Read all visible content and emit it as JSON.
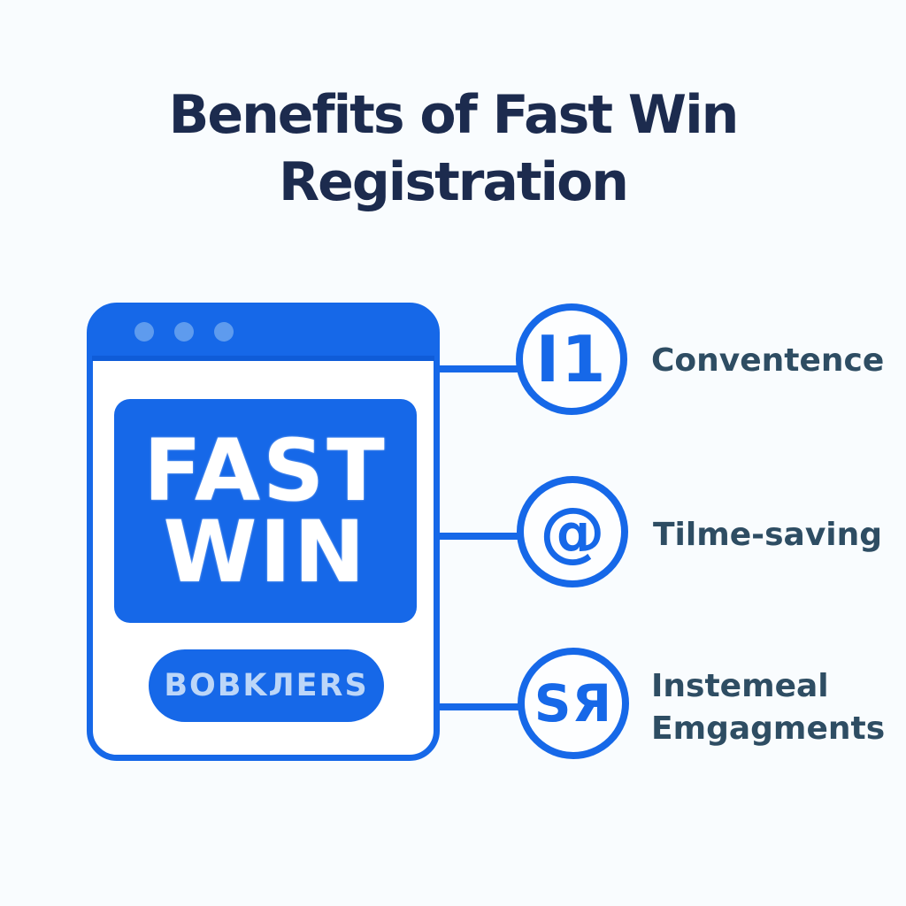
{
  "title": {
    "line1": "Benefits of Fast Win",
    "line2": "Registration"
  },
  "browser_mockup": {
    "window_controls": "three-dots",
    "logo_line1": "FAST",
    "logo_line2": "WIN",
    "button_label": "BOBKЛERS"
  },
  "benefits": [
    {
      "icon_name": "number-one-icon",
      "icon_text": "I1",
      "label_lines": [
        "Conventence"
      ]
    },
    {
      "icon_name": "at-sign-icon",
      "icon_text": "@",
      "label_lines": [
        "Tilme-saving"
      ]
    },
    {
      "icon_name": "scribble-glyphs-icon",
      "icon_text": "SЯ",
      "label_lines": [
        "Instemeal",
        "Emgagments"
      ]
    }
  ],
  "colors": {
    "primary_blue": "#1668e8",
    "window_dot_blue": "#5e9bee",
    "button_text_blue": "#bcd6f8",
    "title_navy": "#1c2b4e",
    "label_slate": "#2e4d63",
    "background": "#f9fcfe"
  }
}
